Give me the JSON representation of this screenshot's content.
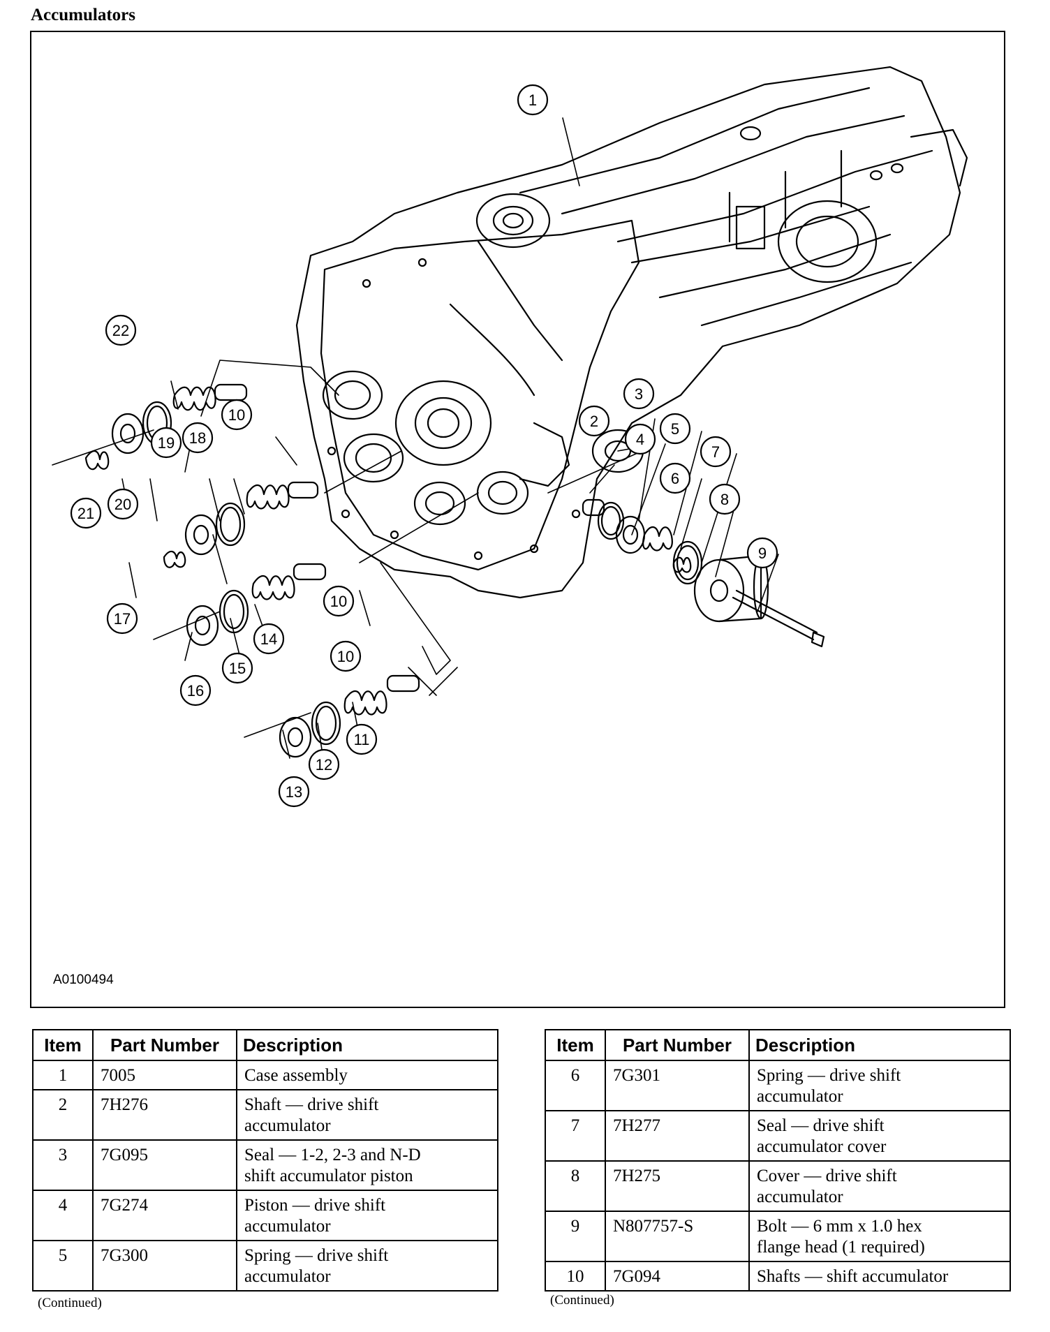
{
  "title": "Accumulators",
  "figure": {
    "id": "A0100494",
    "callouts": [
      "1",
      "2",
      "3",
      "4",
      "5",
      "6",
      "7",
      "8",
      "9",
      "10",
      "10",
      "10",
      "11",
      "12",
      "13",
      "14",
      "15",
      "16",
      "17",
      "18",
      "19",
      "20",
      "21",
      "22"
    ]
  },
  "table_left": {
    "headers": [
      "Item",
      "Part Number",
      "Description"
    ],
    "rows": [
      {
        "item": "1",
        "part": "7005",
        "desc": "Case assembly"
      },
      {
        "item": "2",
        "part": "7H276",
        "desc": "Shaft — drive shift\naccumulator"
      },
      {
        "item": "3",
        "part": "7G095",
        "desc": "Seal — 1-2, 2-3 and N-D\nshift accumulator piston"
      },
      {
        "item": "4",
        "part": "7G274",
        "desc": "Piston — drive shift\naccumulator"
      },
      {
        "item": "5",
        "part": "7G300",
        "desc": "Spring — drive shift\naccumulator"
      }
    ],
    "continued": "(Continued)"
  },
  "table_right": {
    "headers": [
      "Item",
      "Part Number",
      "Description"
    ],
    "rows": [
      {
        "item": "6",
        "part": "7G301",
        "desc": "Spring — drive shift\naccumulator"
      },
      {
        "item": "7",
        "part": "7H277",
        "desc": "Seal — drive shift\naccumulator cover"
      },
      {
        "item": "8",
        "part": "7H275",
        "desc": "Cover — drive shift\naccumulator"
      },
      {
        "item": "9",
        "part": "N807757-S",
        "desc": "Bolt — 6 mm x 1.0 hex\nflange head (1 required)"
      },
      {
        "item": "10",
        "part": "7G094",
        "desc": "Shafts — shift accumulator"
      }
    ],
    "continued": "(Continued)"
  }
}
